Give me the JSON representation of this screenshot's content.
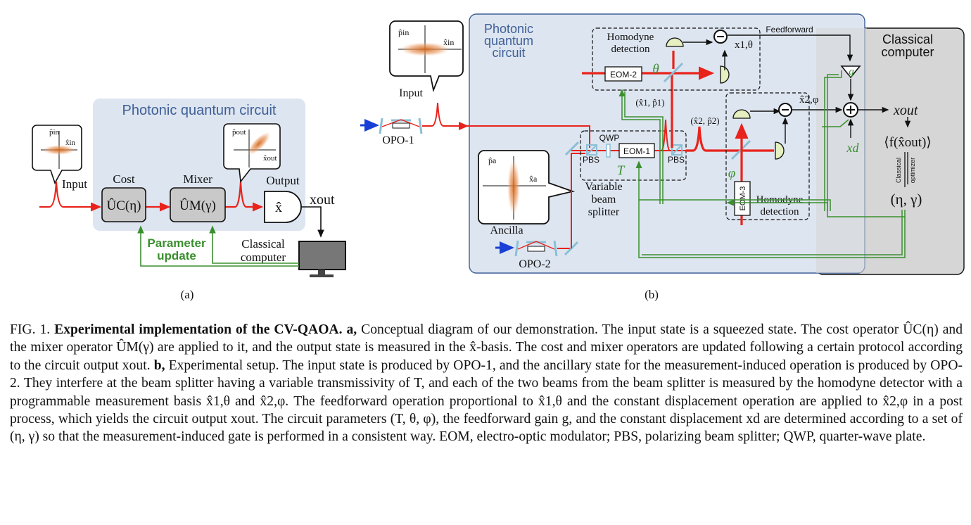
{
  "panel_a": {
    "circuit_title": "Photonic quantum circuit",
    "input_label": "Input",
    "input_axis_p": "p̂in",
    "input_axis_x": "x̂in",
    "cost_label": "Cost",
    "cost_op": "ÛC(η)",
    "mixer_label": "Mixer",
    "mixer_op": "ÛM(γ)",
    "output_label": "Output",
    "output_axis_p": "p̂out",
    "output_axis_x": "x̂out",
    "measure_symbol": "x̂",
    "xout": "xout",
    "param_update_1": "Parameter",
    "param_update_2": "update",
    "classical_1": "Classical",
    "classical_2": "computer",
    "caption": "(a)"
  },
  "panel_b": {
    "circuit_title_1": "Photonic",
    "circuit_title_2": "quantum",
    "circuit_title_3": "circuit",
    "input_label": "Input",
    "input_axis_p": "p̂in",
    "input_axis_x": "x̂in",
    "opo1": "OPO-1",
    "opo2": "OPO-2",
    "ancilla": "Ancilla",
    "anc_axis_p": "p̂a",
    "anc_axis_x": "x̂a",
    "hd_top_1": "Homodyne",
    "hd_top_2": "detection",
    "hd_right_1": "Homodyne",
    "hd_right_2": "detection",
    "eom1": "EOM-1",
    "eom2": "EOM-2",
    "eom3": "EOM-3",
    "pbs": "PBS",
    "qwp": "QWP",
    "T": "T",
    "theta": "θ",
    "phi": "φ",
    "vbs_1": "Variable",
    "vbs_2": "beam",
    "vbs_3": "splitter",
    "x1p1": "(x̂1, p̂1)",
    "x2p2": "(x̂2, p̂2)",
    "x1theta": "x1,θ",
    "x2phi": "x̂2,φ",
    "feedforward": "Feedforward",
    "classical_1": "Classical",
    "classical_2": "computer",
    "g": "g",
    "xd": "xd",
    "xout": "xout",
    "f_expr": "⟨f(x̂out)⟩",
    "optimizer_1": "Classical",
    "optimizer_2": "optimizer",
    "params": "(η, γ)",
    "caption": "(b)"
  },
  "caption": {
    "fig": "FIG. 1.",
    "title": "Experimental implementation of the CV-QAOA.",
    "a": "a,",
    "a_text": "Conceptual diagram of our demonstration. The input state is a squeezed state. The cost operator ÛC(η) and the mixer operator ÛM(γ) are applied to it, and the output state is measured in the x̂-basis. The cost and mixer operators are updated following a certain protocol according to the circuit output xout.",
    "b": "b,",
    "b_text": "Experimental setup. The input state is produced by OPO-1, and the ancillary state for the measurement-induced operation is produced by OPO-2. They interfere at the beam splitter having a variable transmissivity of T, and each of the two beams from the beam splitter is measured by the homodyne detector with a programmable measurement basis x̂1,θ and x̂2,φ. The feedforward operation proportional to x̂1,θ and the constant displacement operation are applied to x̂2,φ in a post process, which yields the circuit output xout. The circuit parameters (T, θ, φ), the feedforward gain g, and the constant displacement xd are determined according to a set of (η, γ) so that the measurement-induced gate is performed in a consistent way. EOM, electro-optic modulator; PBS, polarizing beam splitter; QWP, quarter-wave plate."
  }
}
